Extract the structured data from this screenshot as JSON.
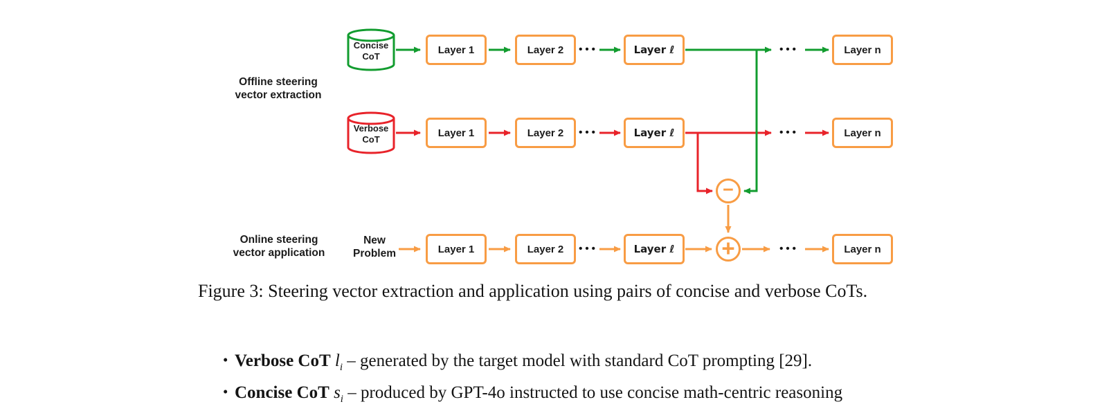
{
  "colors": {
    "orange": "#F89C44",
    "green": "#129C2F",
    "red": "#E8232A",
    "ink": "#1b1b1b"
  },
  "diagram": {
    "offline_label": {
      "line1": "Offline steering",
      "line2": "vector extraction"
    },
    "online_label": {
      "line1": "Online steering",
      "line2": "vector application"
    },
    "new_problem": {
      "line1": "New",
      "line2": "Problem"
    },
    "concise_cylinder": {
      "line1": "Concise",
      "line2": "CoT"
    },
    "verbose_cylinder": {
      "line1": "Verbose",
      "line2": "CoT"
    },
    "layers": {
      "first": "Layer 1",
      "second": "Layer 2",
      "ell": "Layer ℓ",
      "last": "Layer n"
    },
    "ellipsis": "•••",
    "nodes": {
      "subtract": "−",
      "add": "+"
    }
  },
  "caption": "Figure 3: Steering vector extraction and application using pairs of concise and verbose CoTs.",
  "bullet_marker": "•",
  "bullets": [
    {
      "term": "Verbose CoT",
      "var": "l",
      "sub": "i",
      "text": " – generated by the target model with standard CoT prompting [29]."
    },
    {
      "term": "Concise CoT",
      "var": "s",
      "sub": "i",
      "text": " – produced by GPT-4o instructed to use concise math-centric reasoning"
    }
  ]
}
